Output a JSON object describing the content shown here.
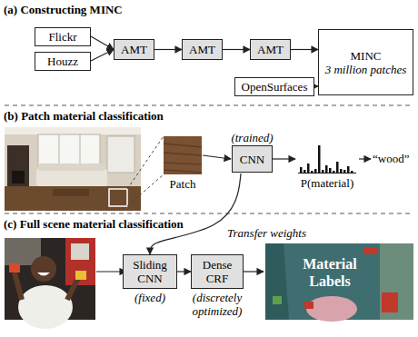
{
  "diagram": {
    "nodes": [
      {
        "text": [
          "Flickr"
        ]
      },
      {
        "text": [
          "Houzz"
        ]
      },
      {
        "text": [
          "AMT"
        ]
      },
      {
        "text": [
          "AMT"
        ]
      },
      {
        "text": [
          "AMT"
        ]
      },
      {
        "text": [
          "MINC",
          "3 million patches"
        ]
      },
      {
        "text": [
          "OpenSurfaces"
        ]
      },
      {
        "text": [
          "CNN",
          "(trained)"
        ]
      },
      {
        "text": [
          "Sliding CNN",
          "(fixed)"
        ]
      },
      {
        "text": [
          "Dense CRF",
          "(discretely optimized)"
        ]
      }
    ],
    "edges": [
      {
        "from": 0,
        "to": 2,
        "arrow": "to"
      },
      {
        "from": 1,
        "to": 2,
        "arrow": "to"
      },
      {
        "from": 2,
        "to": 3,
        "arrow": "to"
      },
      {
        "from": 3,
        "to": 4,
        "arrow": "to"
      },
      {
        "from": 4,
        "to": 5,
        "arrow": "to"
      },
      {
        "from": 6,
        "to": 5,
        "arrow": "to"
      },
      {
        "from": 7,
        "to": 8,
        "label": "Transfer weights",
        "arrow": "to"
      },
      {
        "from": 8,
        "to": 9,
        "arrow": "to"
      }
    ],
    "labels": [
      "(a) Constructing MINC",
      "(b) Patch material classification",
      "Patch",
      "P(material)",
      "“wood”",
      "(c) Full scene material classification",
      "Material Labels"
    ]
  }
}
